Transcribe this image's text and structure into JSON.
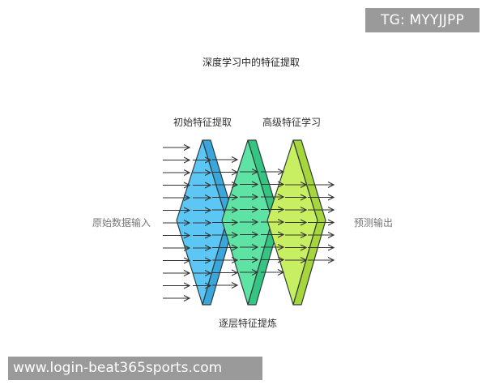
{
  "watermarks": {
    "top": "TG: MYYJJPP",
    "bottom": "www.login-beat365sports.com"
  },
  "diagram": {
    "title": "深度学习中的特征提取",
    "stage_labels": {
      "initial": "初始特征提取",
      "advanced": "高级特征学习",
      "refine": "逐层特征提炼"
    },
    "input_label": "原始数据输入",
    "output_label": "预测输出",
    "layers": [
      {
        "name": "initial",
        "color": "#5cc7f5",
        "side_color": "#3aa6dc"
      },
      {
        "name": "middle",
        "color": "#5ee3a4",
        "side_color": "#34c583"
      },
      {
        "name": "advanced",
        "color": "#c8ee62",
        "side_color": "#a6d63c"
      }
    ],
    "colors": {
      "arrow": "#333333",
      "outline": "#2d3a3a"
    }
  }
}
